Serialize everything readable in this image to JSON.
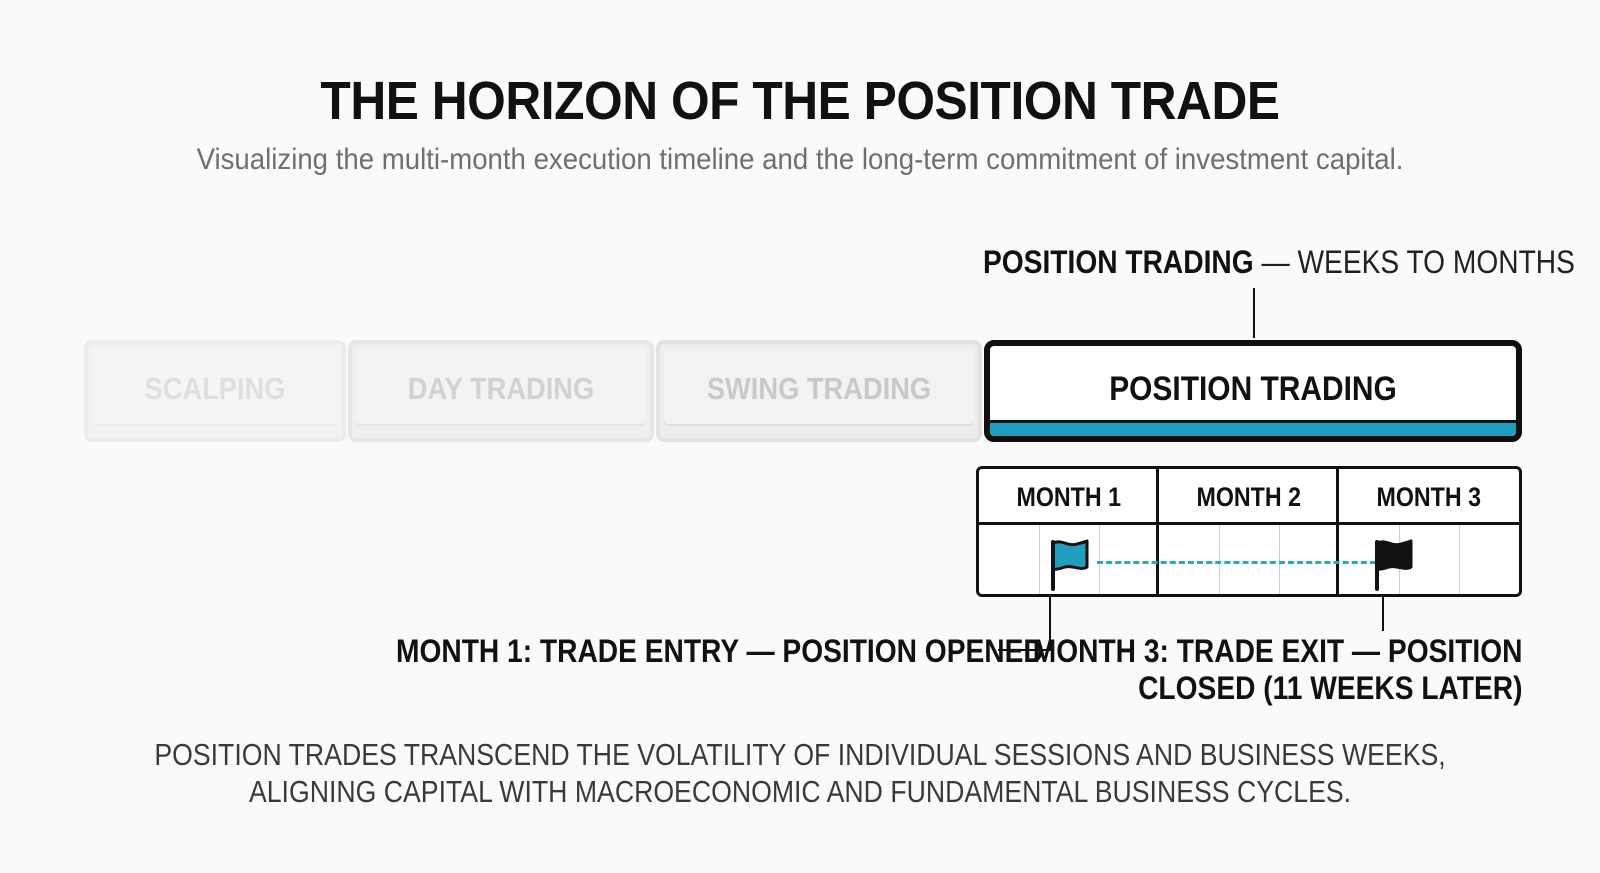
{
  "title": "THE HORIZON OF THE POSITION TRADE",
  "subtitle": "Visualizing the multi-month execution timeline and the long-term commitment of investment capital.",
  "highlight_callout": {
    "bold": "POSITION TRADING",
    "light": " — WEEKS TO MONTHS"
  },
  "spectrum": [
    {
      "label": "SCALPING",
      "state": "faded"
    },
    {
      "label": "DAY TRADING",
      "state": "faded"
    },
    {
      "label": "SWING TRADING",
      "state": "faded"
    },
    {
      "label": "POSITION TRADING",
      "state": "active"
    }
  ],
  "timeline": {
    "months": [
      "MONTH 1",
      "MONTH 2",
      "MONTH 3"
    ],
    "entry_flag": "flag-icon",
    "exit_flag": "flag-icon"
  },
  "entry_callout": "MONTH 1: TRADE ENTRY — POSITION OPENED",
  "exit_callout": {
    "line1": "MONTH 3: TRADE EXIT — POSITION",
    "line2": "CLOSED (11 WEEKS LATER)"
  },
  "footer": {
    "line1": "POSITION TRADES TRANSCEND THE VOLATILITY OF INDIVIDUAL SESSIONS AND BUSINESS WEEKS,",
    "line2": "ALIGNING CAPITAL WITH MACROECONOMIC AND FUNDAMENTAL BUSINESS CYCLES."
  },
  "colors": {
    "accent": "#1f9fbf",
    "exit_flag": "#111111",
    "faded_text": "#c9c9c9"
  }
}
